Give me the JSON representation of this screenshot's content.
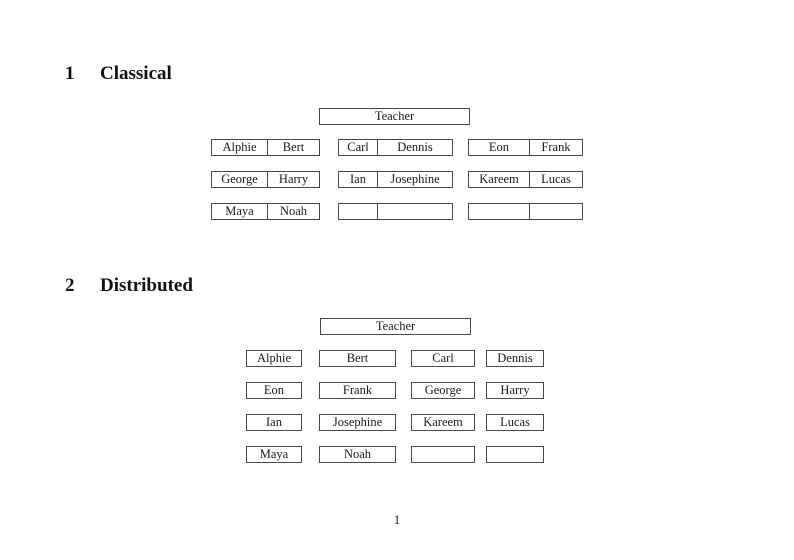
{
  "document": {
    "page_number": "1"
  },
  "colors": {
    "background": "#ffffff",
    "border": "#4a4a4a",
    "text": "#1a1a1a"
  },
  "sections": [
    {
      "number": "1",
      "title": "Classical",
      "teacher_label": "Teacher",
      "groups": [
        {
          "rows": [
            [
              "Alphie",
              "Bert"
            ],
            [
              "George",
              "Harry"
            ],
            [
              "Maya",
              "Noah"
            ]
          ]
        },
        {
          "rows": [
            [
              "Carl",
              "Dennis"
            ],
            [
              "Ian",
              "Josephine"
            ],
            [
              "",
              ""
            ]
          ]
        },
        {
          "rows": [
            [
              "Eon",
              "Frank"
            ],
            [
              "Kareem",
              "Lucas"
            ],
            [
              "",
              ""
            ]
          ]
        }
      ]
    },
    {
      "number": "2",
      "title": "Distributed",
      "teacher_label": "Teacher",
      "grid": [
        [
          "Alphie",
          "Bert",
          "Carl",
          "Dennis"
        ],
        [
          "Eon",
          "Frank",
          "George",
          "Harry"
        ],
        [
          "Ian",
          "Josephine",
          "Kareem",
          "Lucas"
        ],
        [
          "Maya",
          "Noah",
          "",
          ""
        ]
      ]
    }
  ]
}
